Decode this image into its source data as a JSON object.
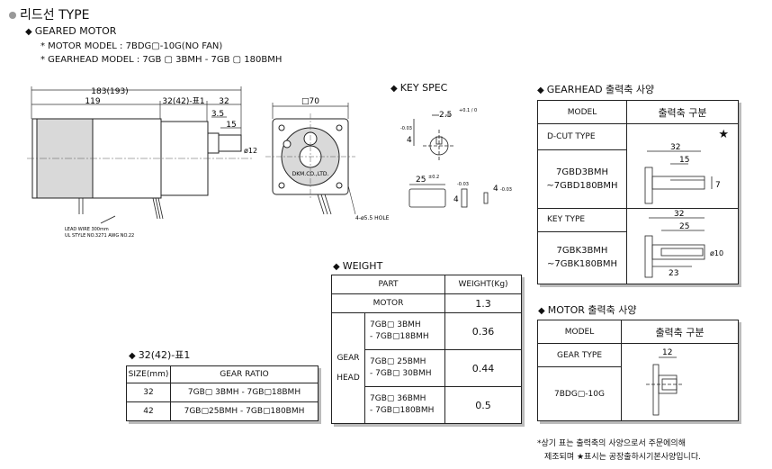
{
  "header": {
    "title": "리드선 TYPE",
    "subtitle": "GEARED MOTOR"
  },
  "models": {
    "motor_model": "* MOTOR MODEL : 7BDG▢-10G(NO FAN)",
    "gearhead_model": "* GEARHEAD MODEL : 7GB ▢ 3BMH - 7GB ▢ 180BMH"
  },
  "drawing": {
    "overall_length": "183(193)",
    "body_length": "119",
    "gear_length": "32(42)-표1",
    "shaft_length": "32",
    "shaft_step": "3.5",
    "shaft_key": "15",
    "square": "□70",
    "lead_wire_note_1": "LEAD WIRE 300mm",
    "lead_wire_note_2": "UL STYLE NO.3271 AWG NO.22",
    "hole_note": "4-ø5.5 HOLE",
    "dia_label": "ø12",
    "brand": "DKM.CO.,LTD."
  },
  "key_spec": {
    "title": "KEY SPEC",
    "dim_a": "2.5",
    "tol_a": "+0.1 / 0",
    "dim_b": "4",
    "tol_b": "-0.03",
    "dim_c": "25",
    "tol_c": "±0.2",
    "dim_d": "4",
    "tol_d": "-0.03",
    "dim_e": "4",
    "tol_e": "-0.03"
  },
  "gearhead_spec": {
    "title": "GEARHEAD 출력축 사양",
    "headers": [
      "MODEL",
      "출력축 구분"
    ],
    "dcut_label": "D-CUT TYPE",
    "dcut_models": [
      "7GBD3BMH",
      "~7GBD180BMH"
    ],
    "key_label": "KEY TYPE",
    "key_models": [
      "7GBK3BMH",
      "~7GBK180BMH"
    ],
    "star": "★",
    "dcut_dims": {
      "a": "32",
      "b": "15",
      "c": "7"
    },
    "key_dims": {
      "a": "32",
      "b": "25",
      "c": "23",
      "d": "ø10"
    }
  },
  "weight": {
    "title": "WEIGHT",
    "headers": [
      "PART",
      "WEIGHT(Kg)"
    ],
    "motor_label": "MOTOR",
    "motor_weight": "1.3",
    "gear_label_1": "GEAR",
    "gear_label_2": "HEAD",
    "rows": [
      {
        "line1": "7GB▢ 3BMH",
        "line2": "- 7GB▢18BMH",
        "weight": "0.36"
      },
      {
        "line1": "7GB▢ 25BMH",
        "line2": "- 7GB▢ 30BMH",
        "weight": "0.44"
      },
      {
        "line1": "7GB▢ 36BMH",
        "line2": "- 7GB▢180BMH",
        "weight": "0.5"
      }
    ]
  },
  "gear_ratio": {
    "title": "32(42)-표1",
    "headers": [
      "SIZE(mm)",
      "GEAR RATIO"
    ],
    "rows": [
      {
        "size": "32",
        "ratio": "7GB▢ 3BMH - 7GB▢18BMH"
      },
      {
        "size": "42",
        "ratio": "7GB▢25BMH - 7GB▢180BMH"
      }
    ]
  },
  "motor_spec": {
    "title": "MOTOR 출력축 사양",
    "headers": [
      "MODEL",
      "출력축 구분"
    ],
    "type_label": "GEAR TYPE",
    "model": "7BDG▢-10G",
    "dim": "12"
  },
  "footnote": {
    "line1": "*상기 표는 출력축의 사양으로서 주문에의해",
    "line2": "제조되며 ★표시는 공장출하시기본사양입니다."
  }
}
